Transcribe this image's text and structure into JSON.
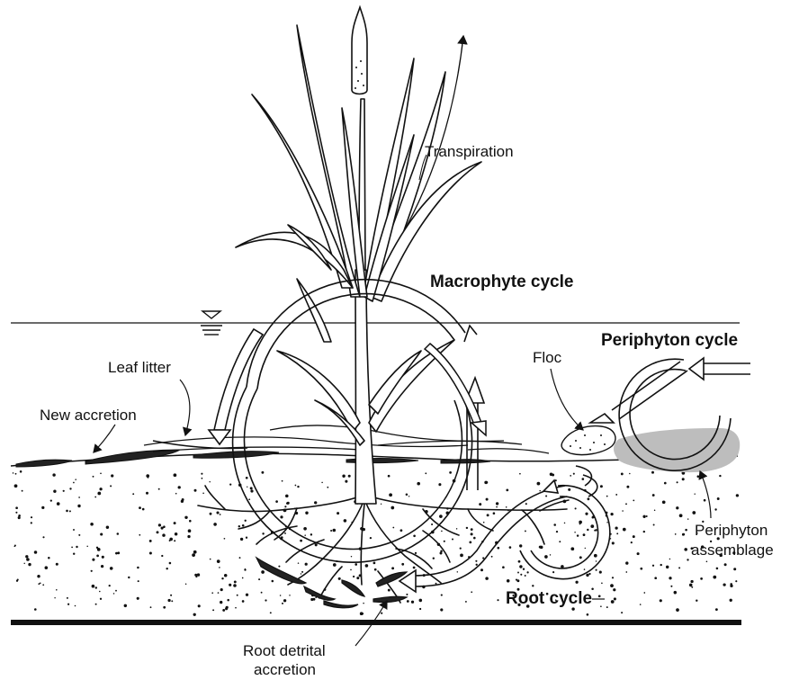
{
  "labels": {
    "transpiration": "Transpiration",
    "macrophyte_cycle": "Macrophyte cycle",
    "periphyton_cycle": "Periphyton cycle",
    "floc": "Floc",
    "leaf_litter": "Leaf litter",
    "new_accretion": "New accretion",
    "periphyton_assemblage_1": "Periphyton",
    "periphyton_assemblage_2": "assemblage",
    "root_cycle": "Root cycle",
    "root_detrital_1": "Root detrital",
    "root_detrital_2": "accretion"
  },
  "colors": {
    "ink": "#111111",
    "periphyton_fill": "#bdbdbd",
    "background": "#ffffff"
  }
}
